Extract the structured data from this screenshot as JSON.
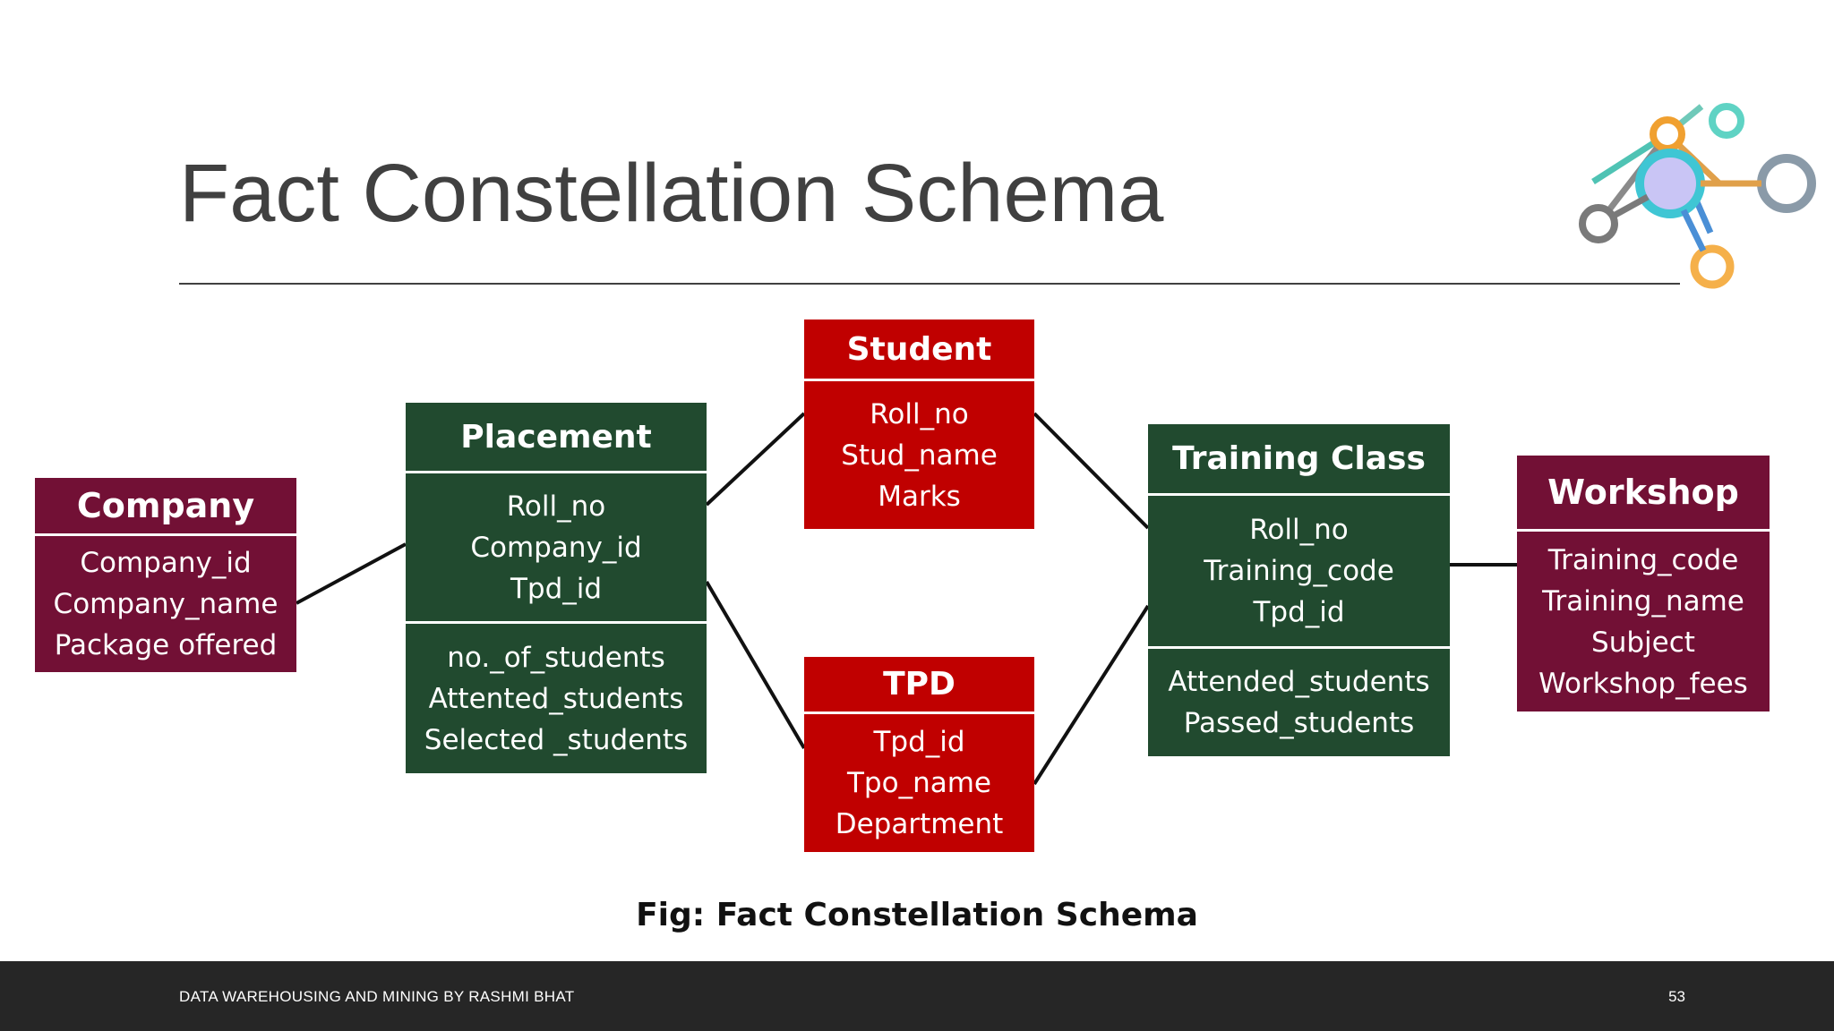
{
  "slide": {
    "title": "Fact Constellation Schema",
    "caption": "Fig: Fact Constellation Schema",
    "footer_text": "DATA WAREHOUSING AND MINING BY RASHMI BHAT",
    "page_number": "53"
  },
  "logo": {
    "icon": "network-nodes-icon",
    "colors": [
      "#f0a030",
      "#5fd3c4",
      "#8a9aa8",
      "#a78bfa",
      "#f5b04a"
    ]
  },
  "tables": {
    "company": {
      "name": "Company",
      "fields": [
        "Company_id",
        "Company_name",
        "Package offered"
      ],
      "color": "#721035"
    },
    "placement": {
      "name": "Placement",
      "fields": [
        "Roll_no",
        "Company_id",
        "Tpd_id"
      ],
      "measures": [
        "no._of_students",
        "Attented_students",
        "Selected _students"
      ],
      "color": "#214a2f"
    },
    "student": {
      "name": "Student",
      "fields": [
        "Roll_no",
        "Stud_name",
        "Marks"
      ],
      "color": "#c00000"
    },
    "tpd": {
      "name": "TPD",
      "fields": [
        "Tpd_id",
        "Tpo_name",
        "Department"
      ],
      "color": "#c00000"
    },
    "training_class": {
      "name": "Training Class",
      "fields": [
        "Roll_no",
        "Training_code",
        "Tpd_id"
      ],
      "measures": [
        "Attended_students",
        "Passed_students"
      ],
      "color": "#214a2f"
    },
    "workshop": {
      "name": "Workshop",
      "fields": [
        "Training_code",
        "Training_name",
        "Subject",
        "Workshop_fees"
      ],
      "color": "#721035"
    }
  }
}
